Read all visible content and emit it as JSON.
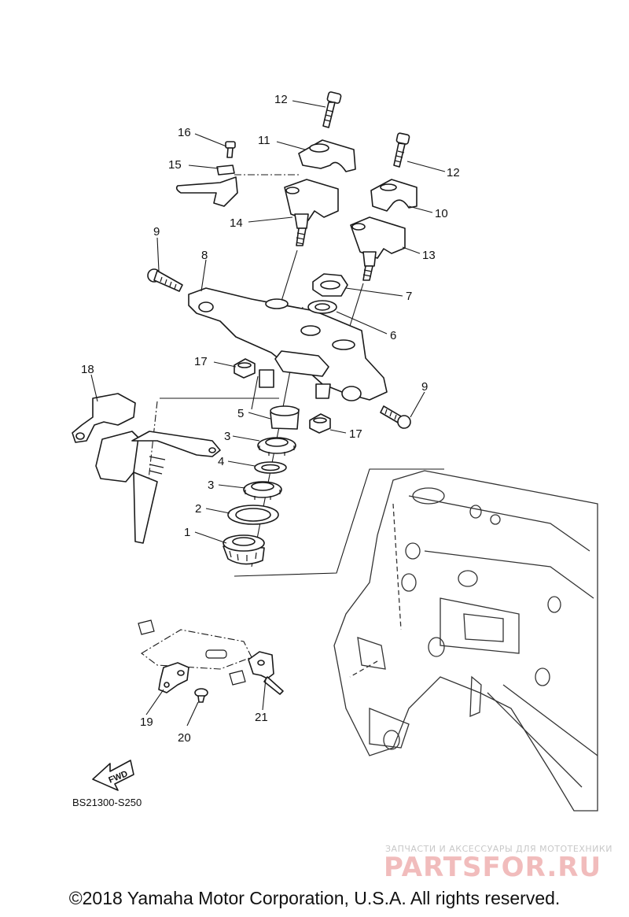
{
  "callouts": {
    "c1": "1",
    "c2": "2",
    "c3a": "3",
    "c3b": "3",
    "c4": "4",
    "c5": "5",
    "c6": "6",
    "c7": "7",
    "c8": "8",
    "c9a": "9",
    "c9b": "9",
    "c10": "10",
    "c11": "11",
    "c12a": "12",
    "c12b": "12",
    "c13": "13",
    "c14": "14",
    "c15": "15",
    "c16": "16",
    "c17a": "17",
    "c17b": "17",
    "c18": "18",
    "c19": "19",
    "c20": "20",
    "c21": "21"
  },
  "fwd_label": "FWD",
  "diagram_code": "BS21300-S250",
  "watermark": {
    "tagline": "ЗАПЧАСТИ И АКСЕССУАРЫ ДЛЯ МОТОТЕХНИКИ",
    "logo": "PARTSFOR.RU",
    "color": "#f1bcbc"
  },
  "copyright": "©2018 Yamaha Motor Corporation, U.S.A. All rights reserved."
}
